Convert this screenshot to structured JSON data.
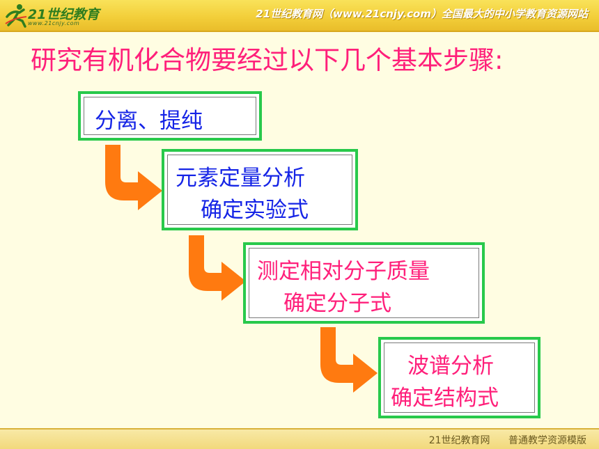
{
  "header": {
    "logo_text": "21世纪教育",
    "logo_url": "www.21cnjy.com",
    "tagline": "21世纪教育网（www.21cnjy.com）全国最大的中小学教育资源网站"
  },
  "title": "研究有机化合物要经过以下几个基本步骤:",
  "steps": [
    {
      "lines": [
        "分离、提纯"
      ],
      "color": "#1524e6"
    },
    {
      "lines": [
        "元素定量分析",
        "确定实验式"
      ],
      "color": "#1524e6"
    },
    {
      "lines": [
        "测定相对分子质量",
        "确定分子式"
      ],
      "color": "#ff1f7a"
    },
    {
      "lines": [
        "波谱分析",
        "确定结构式"
      ],
      "color": "#ff1f7a"
    }
  ],
  "footer": {
    "site": "21世纪教育网",
    "label": "普通教学资源模版"
  },
  "colors": {
    "box_border": "#28c94b",
    "arrow_fill": "#ff7a10",
    "title": "#ff1f7a",
    "blue_text": "#1524e6"
  },
  "icons": [
    "runner-logo-icon",
    "bent-arrow-icon"
  ]
}
